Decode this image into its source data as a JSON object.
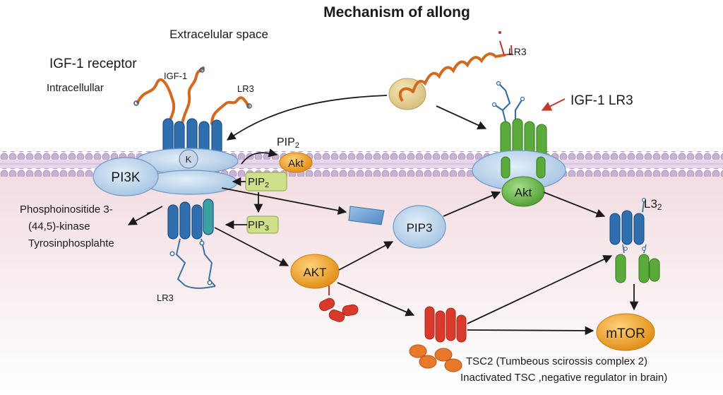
{
  "title": "Mechanism of allong",
  "regions": {
    "extracellular": "Extracelular space",
    "intracellular": "Intracellullar"
  },
  "receptor": {
    "name": "IGF-1 receptor",
    "ligand_label": "IGF-1",
    "lr3_label_top": "LR3",
    "lr3_label_bottom": "LR3",
    "kinase_label": "K"
  },
  "ligand_top_right": {
    "label": "LR3"
  },
  "igf_lr3": {
    "label": "IGF-1 LR3"
  },
  "nodes": {
    "pi3k": "PI3K",
    "pip2_top": {
      "main": "PIP",
      "sub": "2"
    },
    "akt_small": "Akt",
    "pip2_box": {
      "main": "PIP",
      "sub": "2"
    },
    "pip3_box": {
      "main": "PIP",
      "sub": "3"
    },
    "pip3_circle": "PIP3",
    "akt_right": "Akt",
    "akt_orange": "AKT",
    "l32": {
      "main": "L3",
      "sub": "2"
    },
    "mtor": "mTOR"
  },
  "annotations": {
    "kinase_line1": "Phosphoinositide 3-",
    "kinase_line2": "(44,5)-kinase",
    "kinase_line3": "Tyrosinphosplahte",
    "tsc2_line1": "TSC2 (Tumbeous scirossis complex 2)",
    "tsc2_line2": "Inactivated TSC ,negative regulator in brain)"
  },
  "colors": {
    "receptor_blue": "#2f6fb0",
    "ligand_orange": "#d2691e",
    "akt_green": "#5aab3c",
    "tsc_red": "#d93a2b",
    "tsc_orange": "#e8792b",
    "mtor_fill": "#f3a91c",
    "membrane_lipid": "#b9a3c4",
    "pip_box_fill": "#cfe08a",
    "ellipse_blue": "#b9d3ec"
  }
}
